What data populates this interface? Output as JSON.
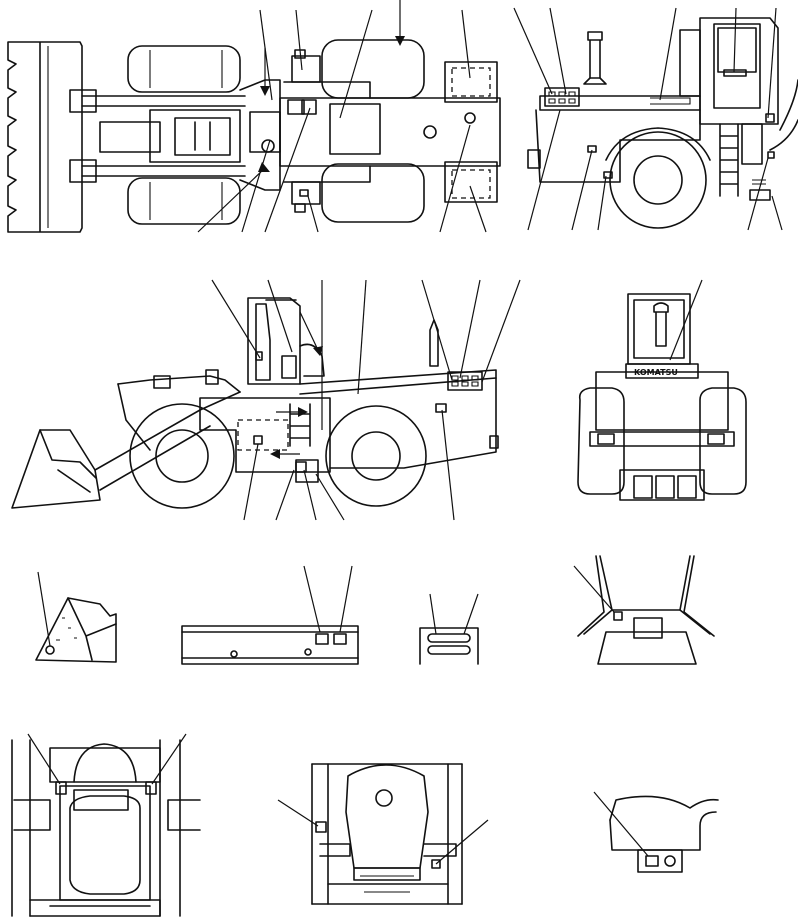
{
  "brand_mark": "KOMATSU",
  "views": [
    {
      "id": "top-view"
    },
    {
      "id": "rear-side-view"
    },
    {
      "id": "left-side-view"
    },
    {
      "id": "rear-view"
    },
    {
      "id": "bucket-detail"
    },
    {
      "id": "frame-detail"
    },
    {
      "id": "rail-detail"
    },
    {
      "id": "cab-interior-detail"
    },
    {
      "id": "cab-seat-detail"
    },
    {
      "id": "rear-frame-detail"
    },
    {
      "id": "bracket-detail"
    }
  ]
}
